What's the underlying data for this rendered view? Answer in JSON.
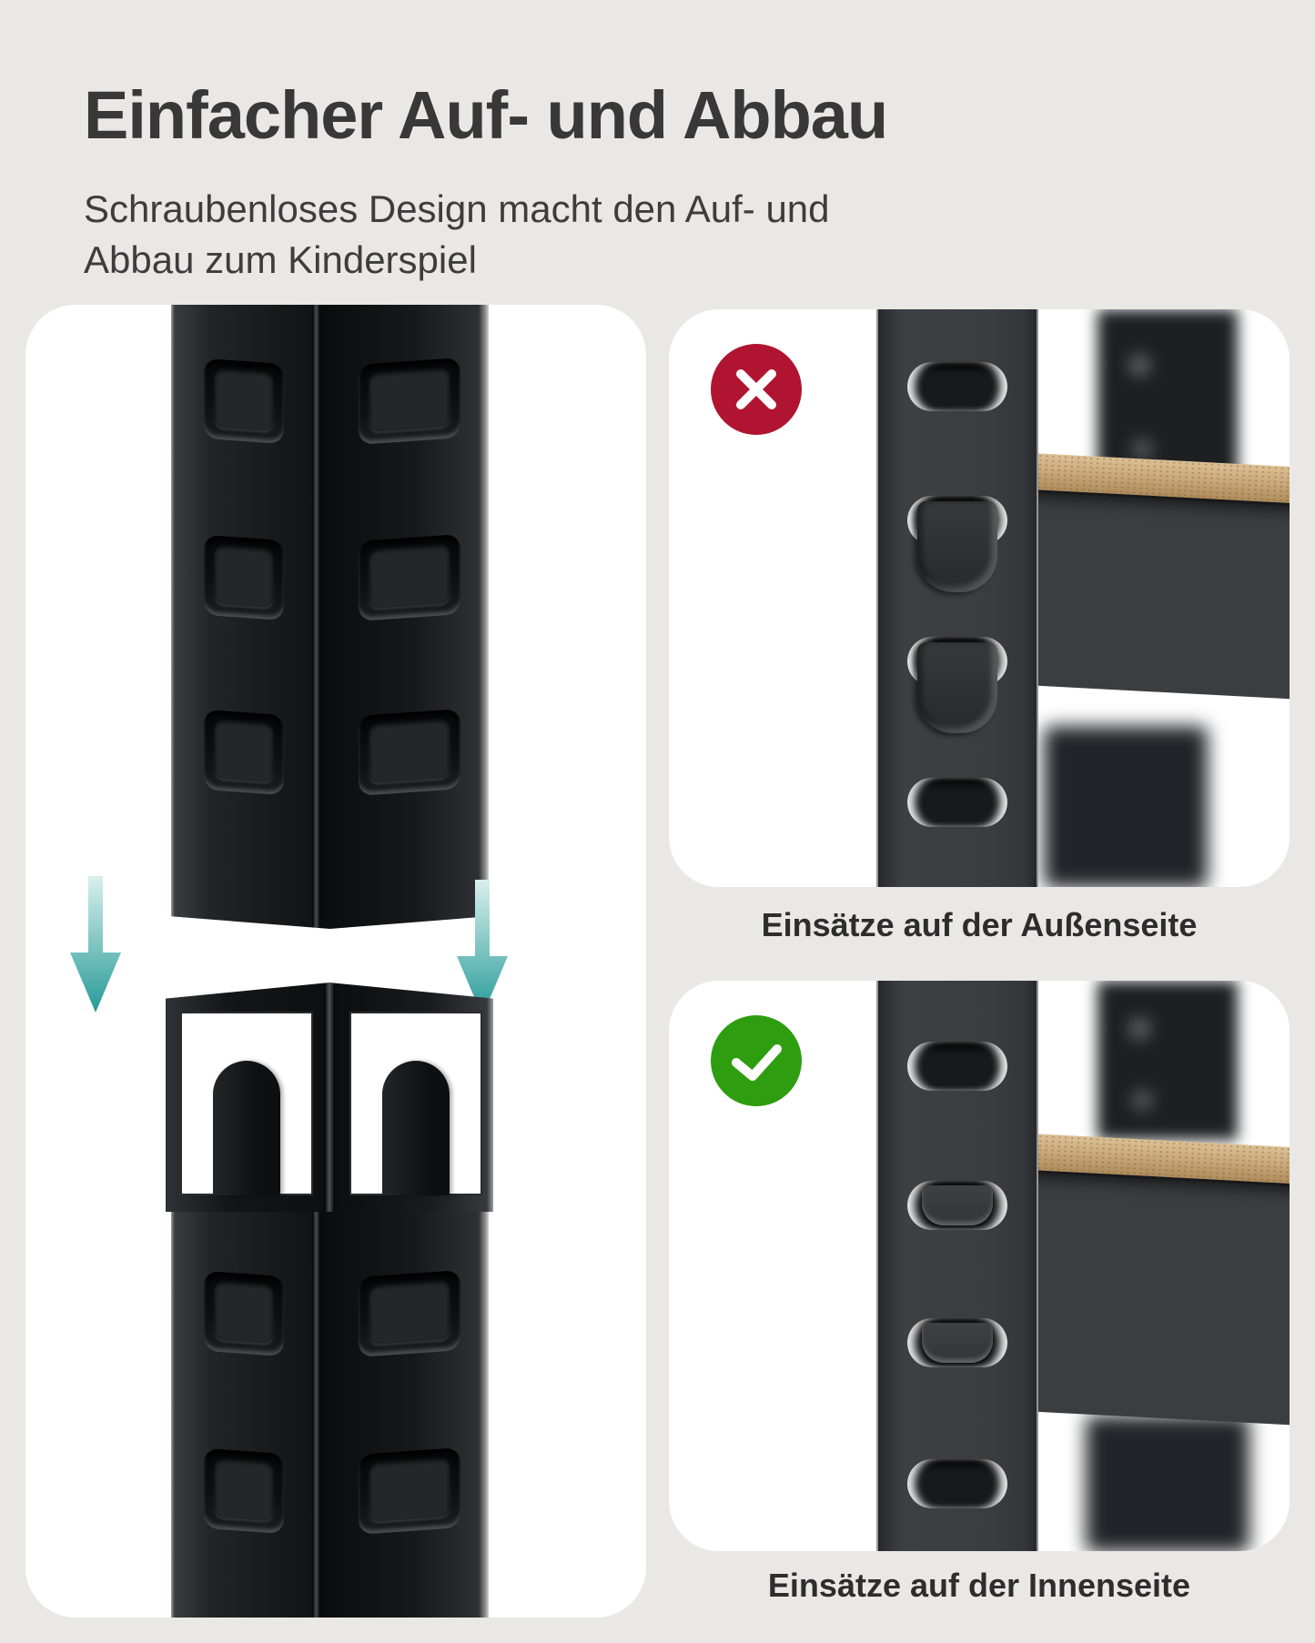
{
  "header": {
    "title": "Einfacher Auf- und Abbau",
    "subtitle_line1": "Schraubenloses Design macht den Auf- und",
    "subtitle_line2": "Abbau zum Kinderspiel"
  },
  "examples": {
    "wrong": {
      "caption": "Einsätze auf der Außenseite",
      "badge_icon": "cross-icon",
      "badge_color": "#B01430"
    },
    "correct": {
      "caption": "Einsätze auf der Innenseite",
      "badge_icon": "check-icon",
      "badge_color": "#2E9E10"
    }
  },
  "illustration": {
    "arrow_icon": "down-arrow-icon",
    "arrow_gradient_top": "#D9F0EE",
    "arrow_gradient_bottom": "#259A97",
    "post_color": "#1a1b1e",
    "photo_post_color": "#3A3D40",
    "wood_color": "#C8A878",
    "shelf_face_color": "#3B3E41",
    "panel_color": "#FFFFFF",
    "background_color": "#EAE8E5",
    "text_color": "#383838"
  }
}
